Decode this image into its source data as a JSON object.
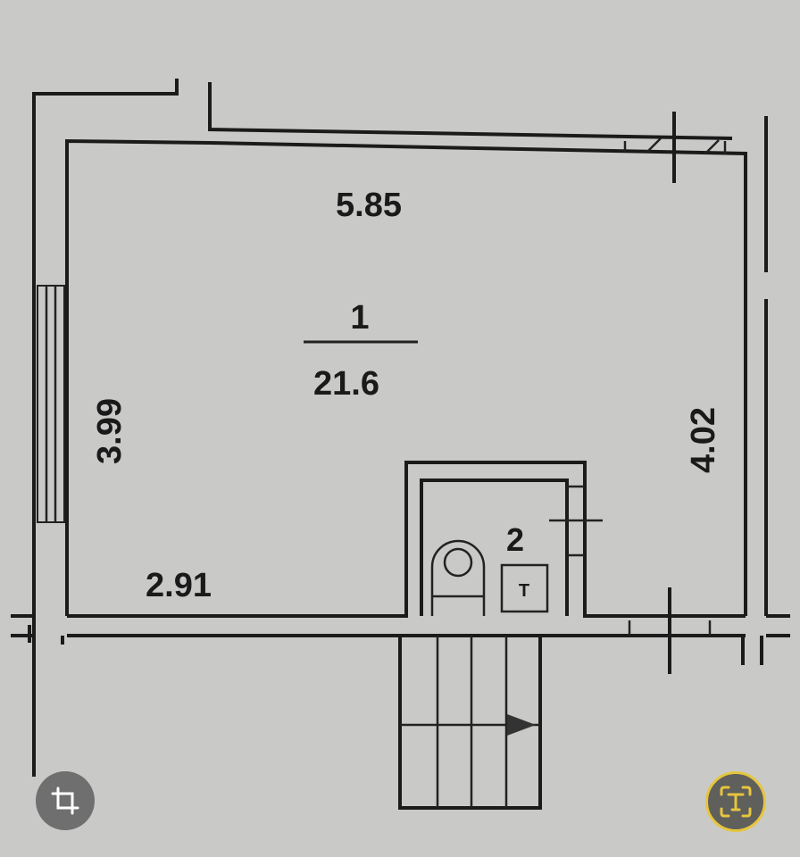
{
  "plan": {
    "top_dimension": "5.85",
    "room1_number": "1",
    "room1_area": "21.6",
    "left_dimension": "3.99",
    "right_dimension": "4.02",
    "bottom_left_dimension": "2.91",
    "room2_number": "2",
    "fixture_label": "T"
  },
  "toolbar": {
    "crop_icon": "crop-icon",
    "live_text_icon": "live-text-icon",
    "accent": "#e6c53e"
  }
}
